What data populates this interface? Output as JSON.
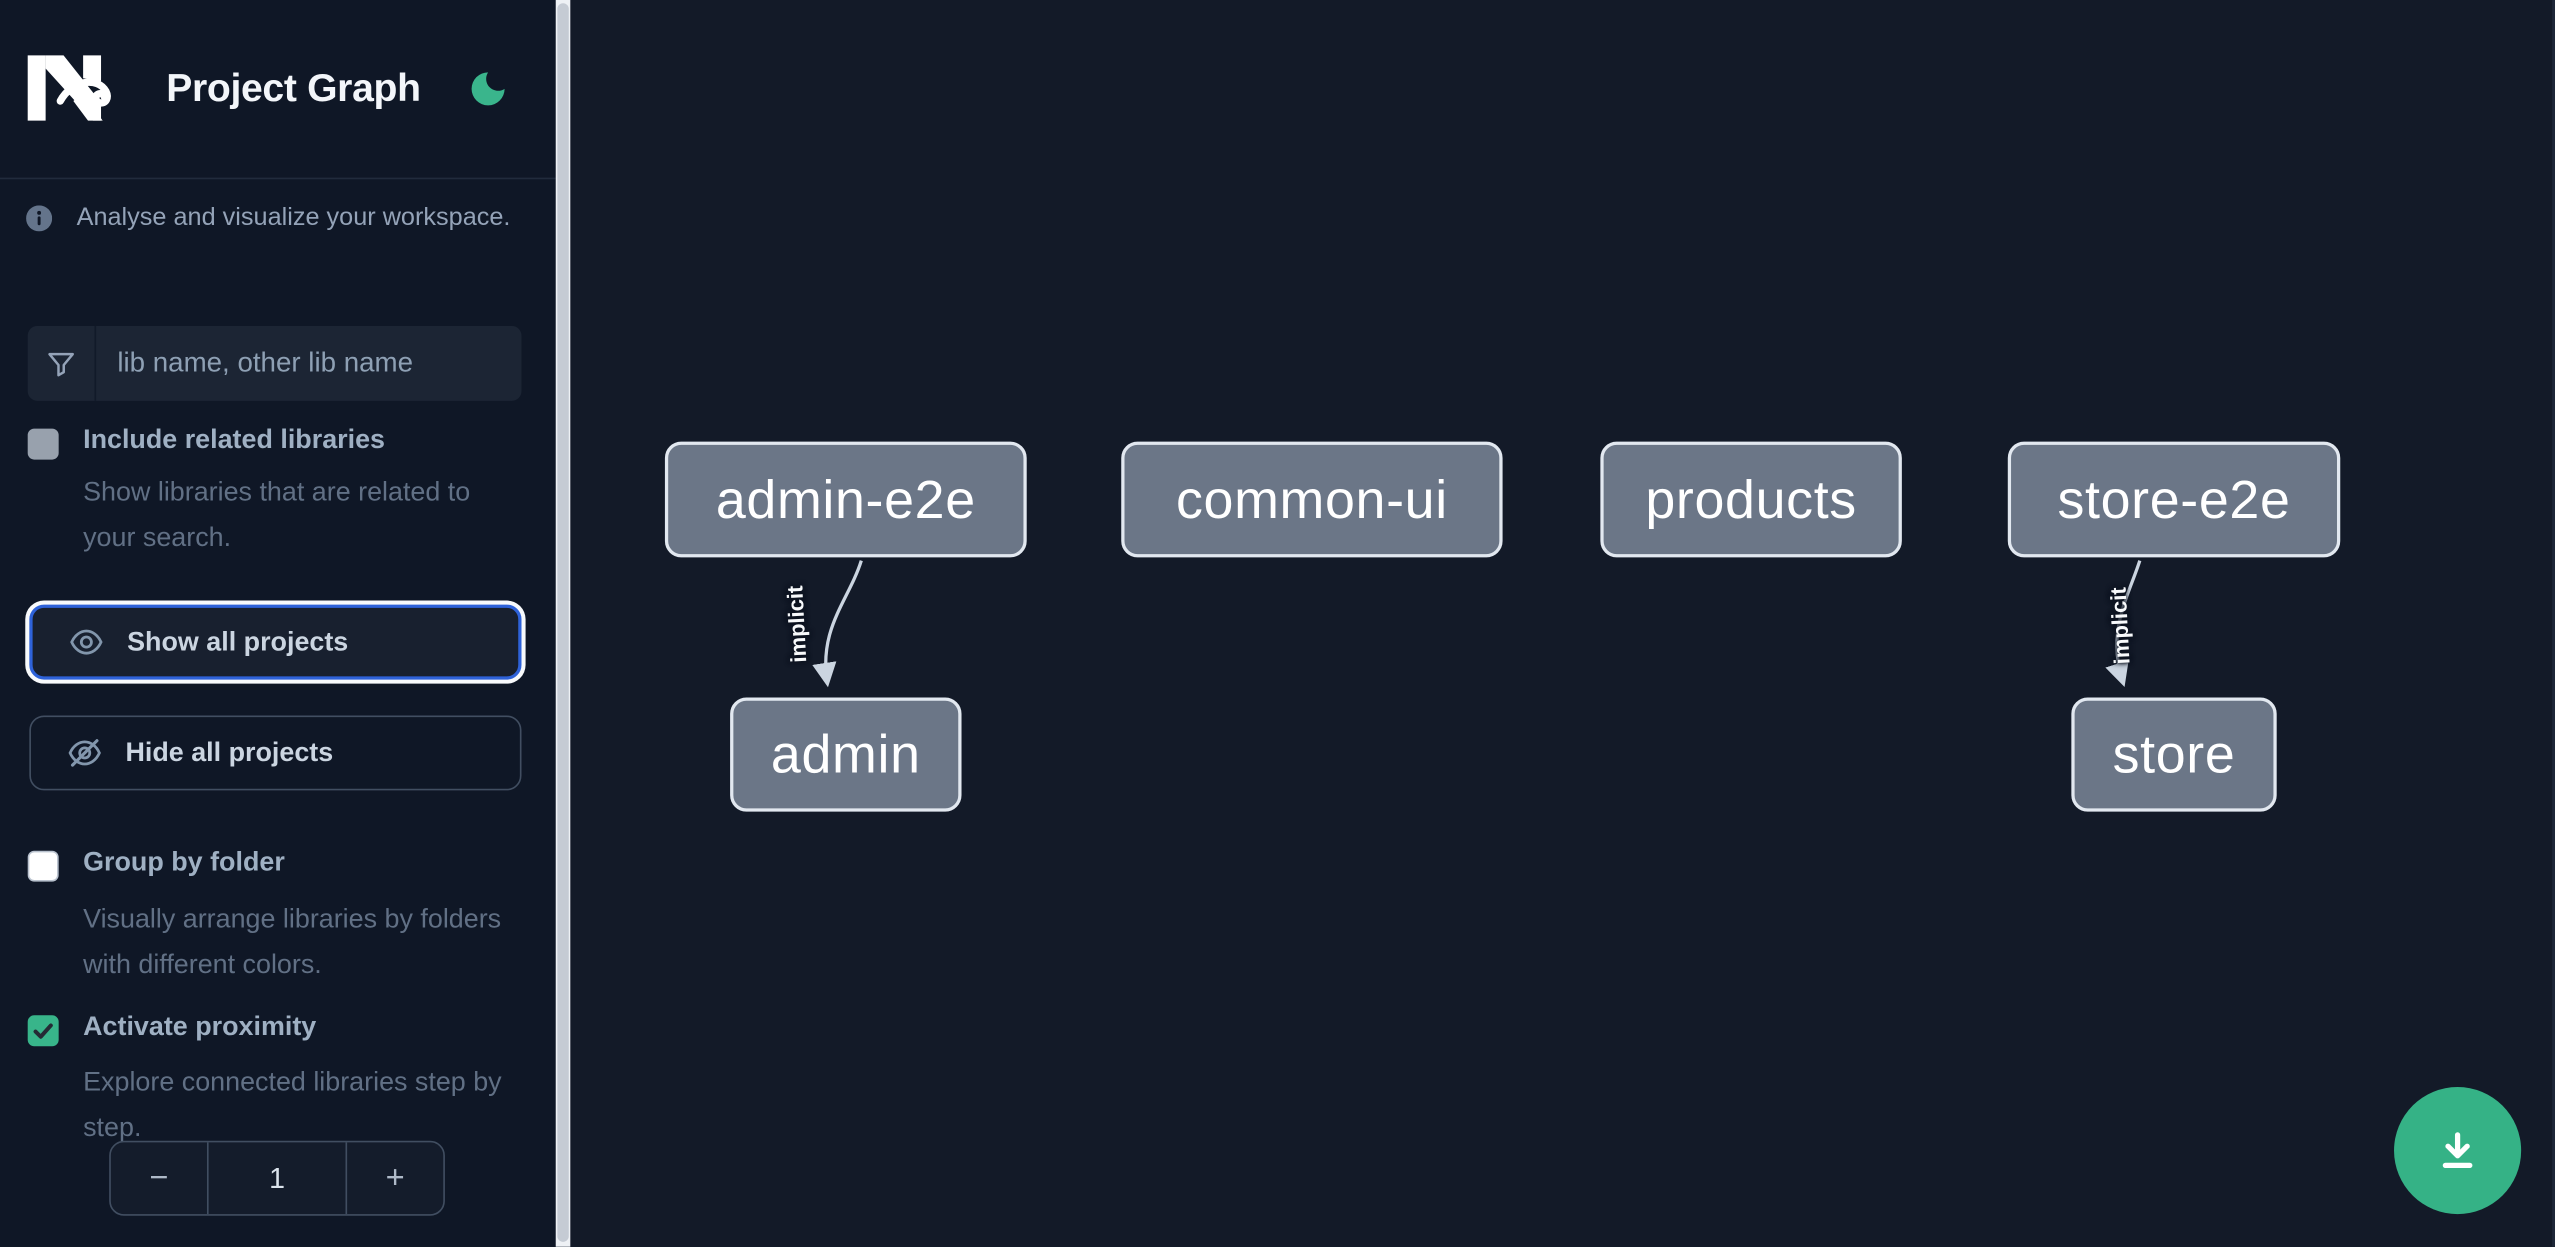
{
  "header": {
    "logo": "Nx",
    "title": "Project Graph",
    "theme_icon": "moon-icon"
  },
  "intro": {
    "icon": "info-icon",
    "text": "Analyse and visualize your workspace."
  },
  "search": {
    "icon": "filter-funnel-icon",
    "placeholder": "lib name, other lib name",
    "value": ""
  },
  "options": {
    "include_related": {
      "label": "Include related libraries",
      "description": "Show libraries that are related to your search.",
      "checked": false
    },
    "group_by_folder": {
      "label": "Group by folder",
      "description": "Visually arrange libraries by folders with different colors.",
      "checked": false
    },
    "activate_proximity": {
      "label": "Activate proximity",
      "description": "Explore connected libraries step by step.",
      "checked": true
    }
  },
  "actions": {
    "show_all": "Show all projects",
    "hide_all": "Hide all projects"
  },
  "proximity_stepper": {
    "decrement_label": "−",
    "value": "1",
    "increment_label": "+"
  },
  "graph": {
    "nodes": [
      {
        "id": "admin-e2e",
        "label": "admin-e2e"
      },
      {
        "id": "common-ui",
        "label": "common-ui"
      },
      {
        "id": "products",
        "label": "products"
      },
      {
        "id": "store-e2e",
        "label": "store-e2e"
      },
      {
        "id": "admin",
        "label": "admin"
      },
      {
        "id": "store",
        "label": "store"
      }
    ],
    "edges": [
      {
        "source": "admin-e2e",
        "target": "admin",
        "label": "implicit"
      },
      {
        "source": "store-e2e",
        "target": "store",
        "label": "implicit"
      }
    ]
  },
  "fab": {
    "icon": "download-icon"
  },
  "colors": {
    "sidebar_bg": "#0f1726",
    "canvas_bg": "#131a28",
    "accent_green": "#38b58a",
    "fab_green": "#35b286",
    "focus_blue": "#2e62d9",
    "node_fill": "#6b7687",
    "node_border": "#e2e8f0",
    "edge": "#cbd5e1",
    "label_slate": "#9fb0c3",
    "description_slate": "#617085"
  }
}
